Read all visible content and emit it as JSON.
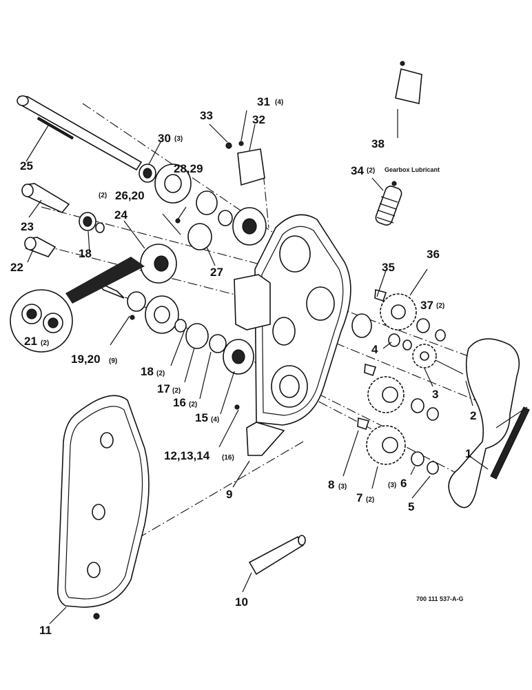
{
  "labels": [
    {
      "id": "p1",
      "text": "1"
    },
    {
      "id": "p2",
      "text": "2"
    },
    {
      "id": "p3",
      "text": "3"
    },
    {
      "id": "p4",
      "text": "4"
    },
    {
      "id": "p5",
      "text": "5"
    },
    {
      "id": "p6",
      "text": "6",
      "qty": "(3)"
    },
    {
      "id": "p7",
      "text": "7",
      "qty": "(2)"
    },
    {
      "id": "p8",
      "text": "8",
      "qty": "(3)"
    },
    {
      "id": "p9",
      "text": "9"
    },
    {
      "id": "p10",
      "text": "10"
    },
    {
      "id": "p11",
      "text": "11"
    },
    {
      "id": "p12",
      "text": "12,13,14",
      "qty": "(16)"
    },
    {
      "id": "p15",
      "text": "15",
      "qty": "(4)"
    },
    {
      "id": "p16",
      "text": "16",
      "qty": "(2)"
    },
    {
      "id": "p17",
      "text": "17",
      "qty": "(2)"
    },
    {
      "id": "p18a",
      "text": "18"
    },
    {
      "id": "p18b",
      "text": "18",
      "qty": "(2)"
    },
    {
      "id": "p19",
      "text": "19,20",
      "qty": "(9)"
    },
    {
      "id": "p21",
      "text": "21",
      "qty": "(2)"
    },
    {
      "id": "p22",
      "text": "22"
    },
    {
      "id": "p23",
      "text": "23"
    },
    {
      "id": "p24",
      "text": "24"
    },
    {
      "id": "p25",
      "text": "25"
    },
    {
      "id": "p26",
      "text": "26,20",
      "qty": "(2)"
    },
    {
      "id": "p27",
      "text": "27"
    },
    {
      "id": "p28",
      "text": "28,29"
    },
    {
      "id": "p30",
      "text": "30",
      "qty": "(3)"
    },
    {
      "id": "p31",
      "text": "31",
      "qty": "(4)"
    },
    {
      "id": "p32",
      "text": "32"
    },
    {
      "id": "p33",
      "text": "33"
    },
    {
      "id": "p34",
      "text": "34",
      "qty": "(2)",
      "note": "Gearbox Lubricant"
    },
    {
      "id": "p35",
      "text": "35"
    },
    {
      "id": "p36",
      "text": "36"
    },
    {
      "id": "p37",
      "text": "37",
      "qty": "(2)"
    },
    {
      "id": "p38",
      "text": "38"
    }
  ],
  "drawing_code": "700 111 537-A-G"
}
